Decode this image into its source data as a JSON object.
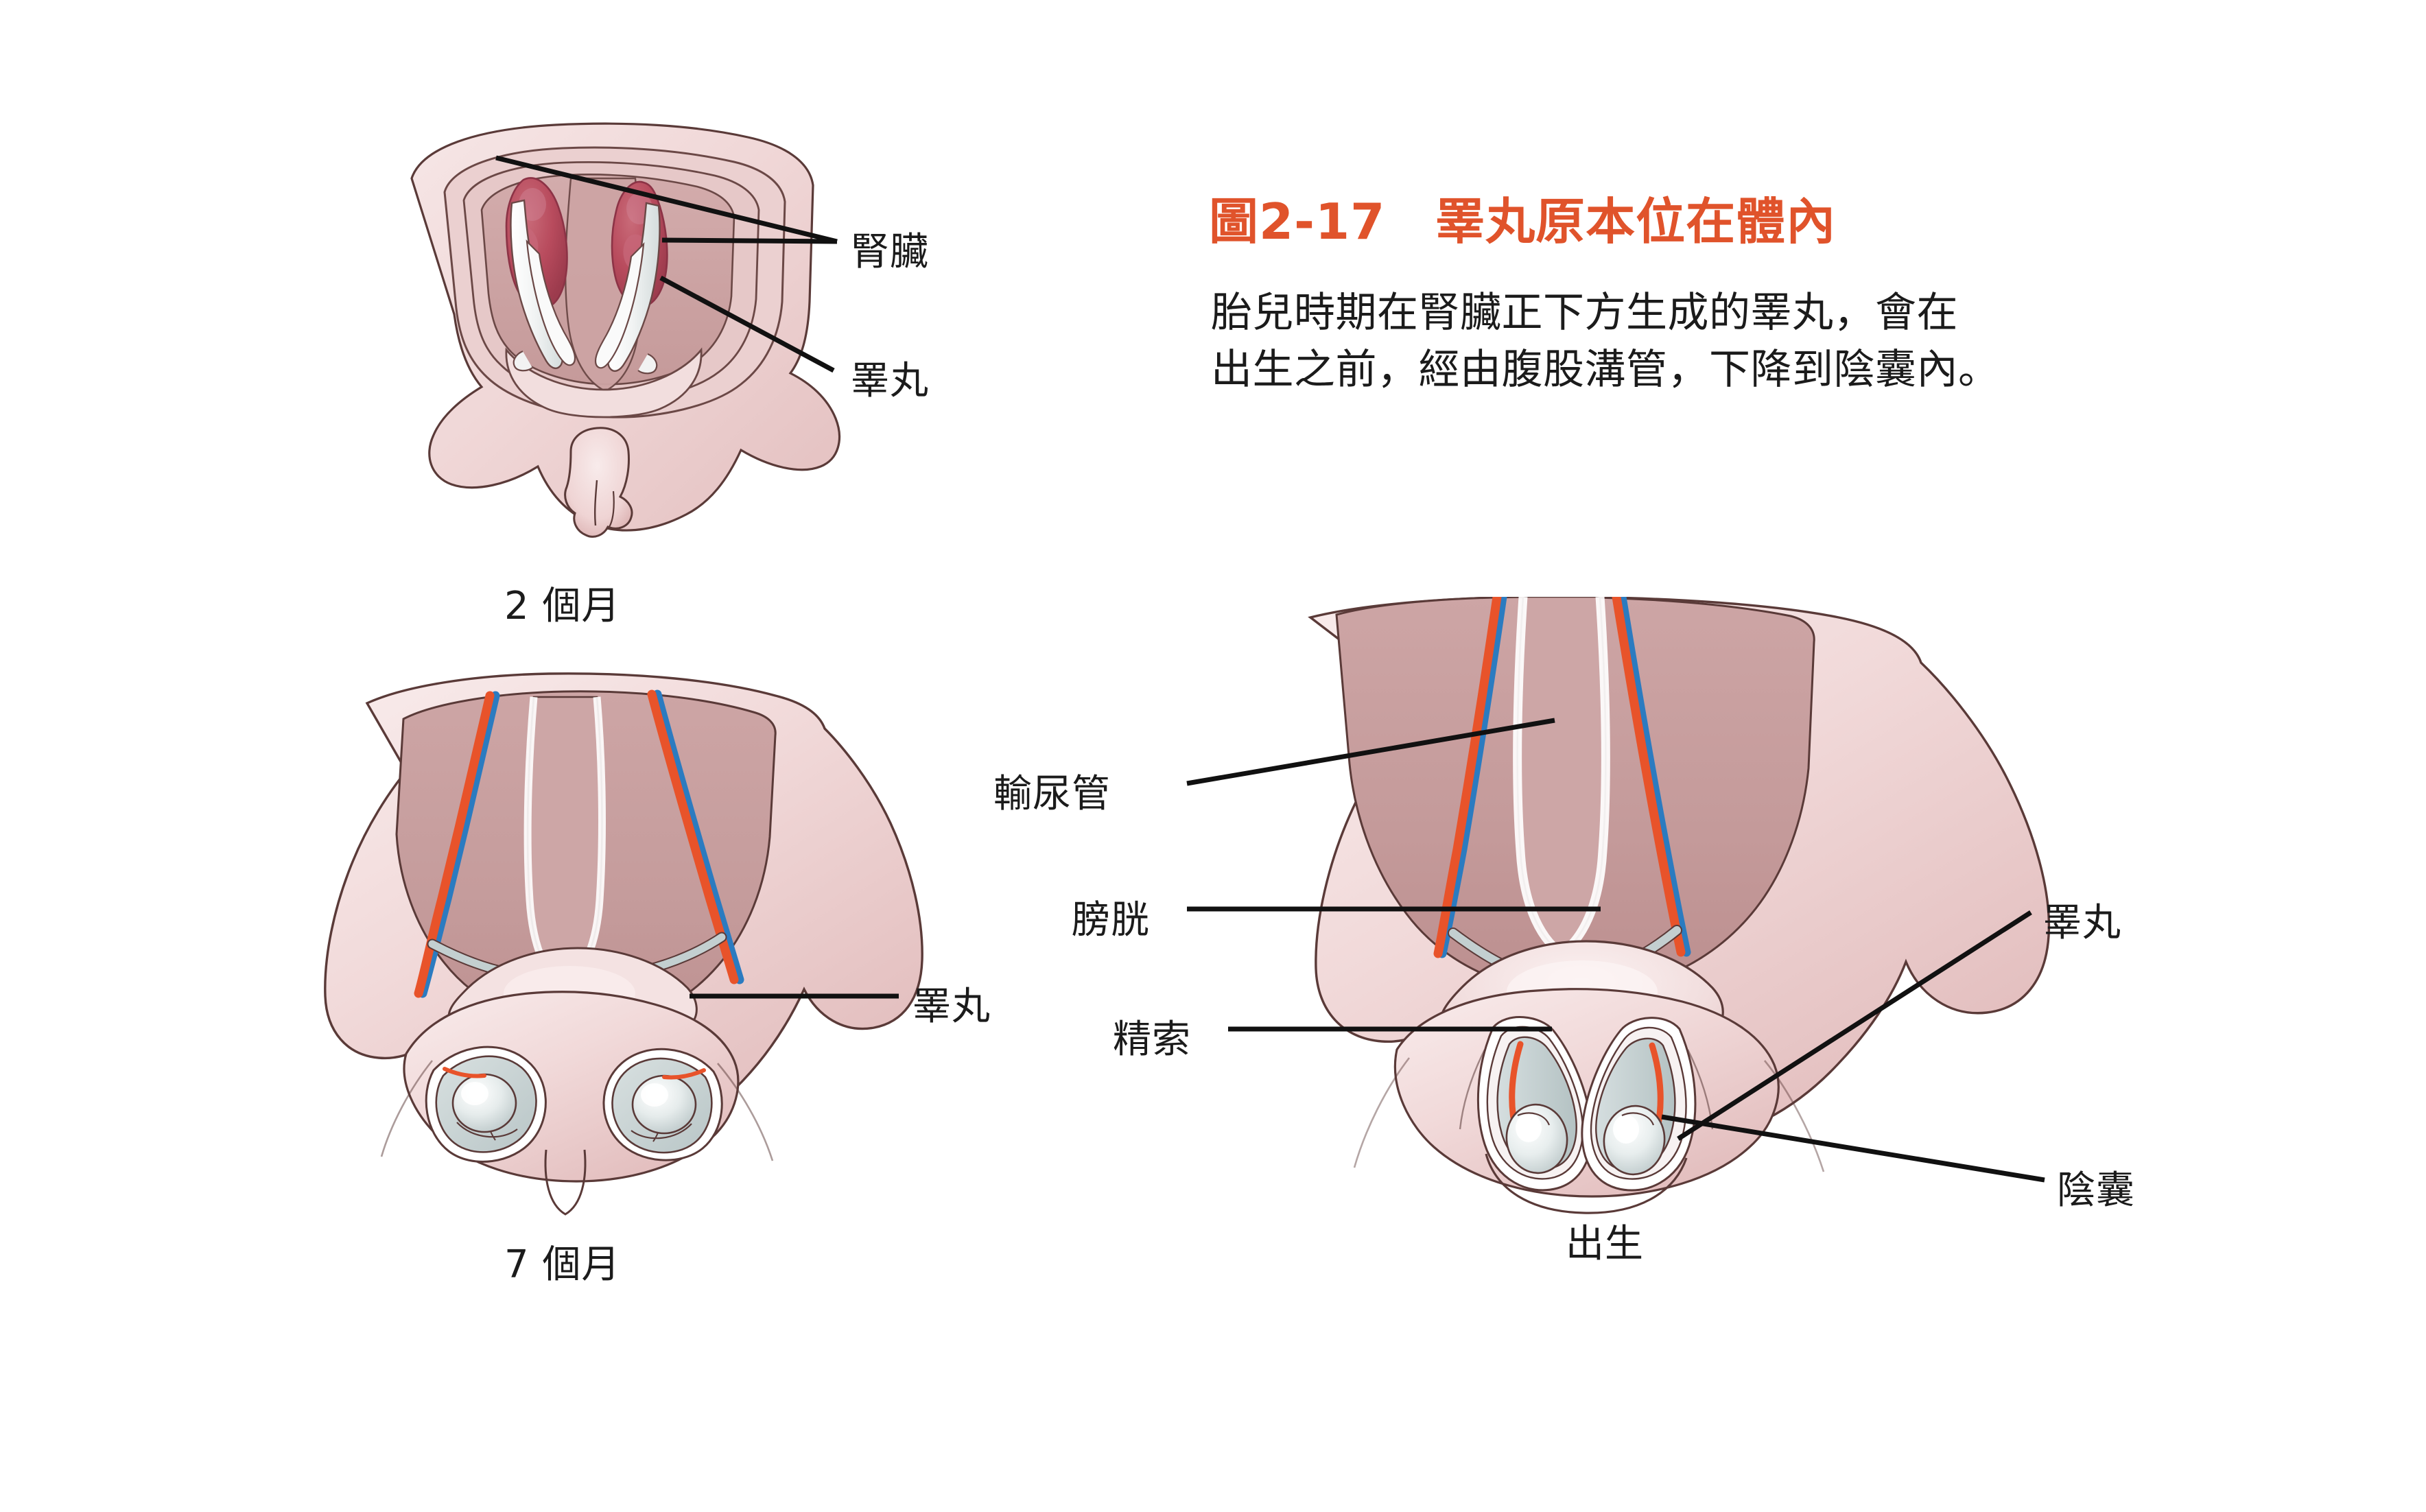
{
  "figure": {
    "number": "圖2-17",
    "title": "睪丸原本位在體內",
    "title_full": "圖2-17　睪丸原本位在體內",
    "title_color": "#E0532B",
    "caption_line1": "胎兒時期在腎臟正下方生成的睪丸，會在",
    "caption_line2": "出生之前，經由腹股溝管，下降到陰囊內。"
  },
  "panels": [
    {
      "id": "two-months",
      "caption": "2 個月"
    },
    {
      "id": "seven-months",
      "caption": "7 個月"
    },
    {
      "id": "birth",
      "caption": "出生"
    }
  ],
  "annotations": {
    "kidney": "腎臟",
    "testis_top": "睪丸",
    "testis_seven": "睪丸",
    "ureter": "輸尿管",
    "bladder": "膀胱",
    "spermatic_cord": "精索",
    "testis_birth": "睪丸",
    "scrotum": "陰囊"
  },
  "colors": {
    "title": "#E0532B",
    "skin": "#F2DCDC",
    "skin_shadow": "#E4BEBE",
    "muscle": "#CBA3A3",
    "kidney": "#B84B5D",
    "kidney_dark": "#9C3B4D",
    "artery": "#E8532A",
    "vein": "#2B7BC0",
    "duct_gray": "#C3CFD0",
    "testis": "#D7DEDE",
    "outline": "#5A3A38",
    "leader": "#111111",
    "text": "#1B1B1B"
  }
}
